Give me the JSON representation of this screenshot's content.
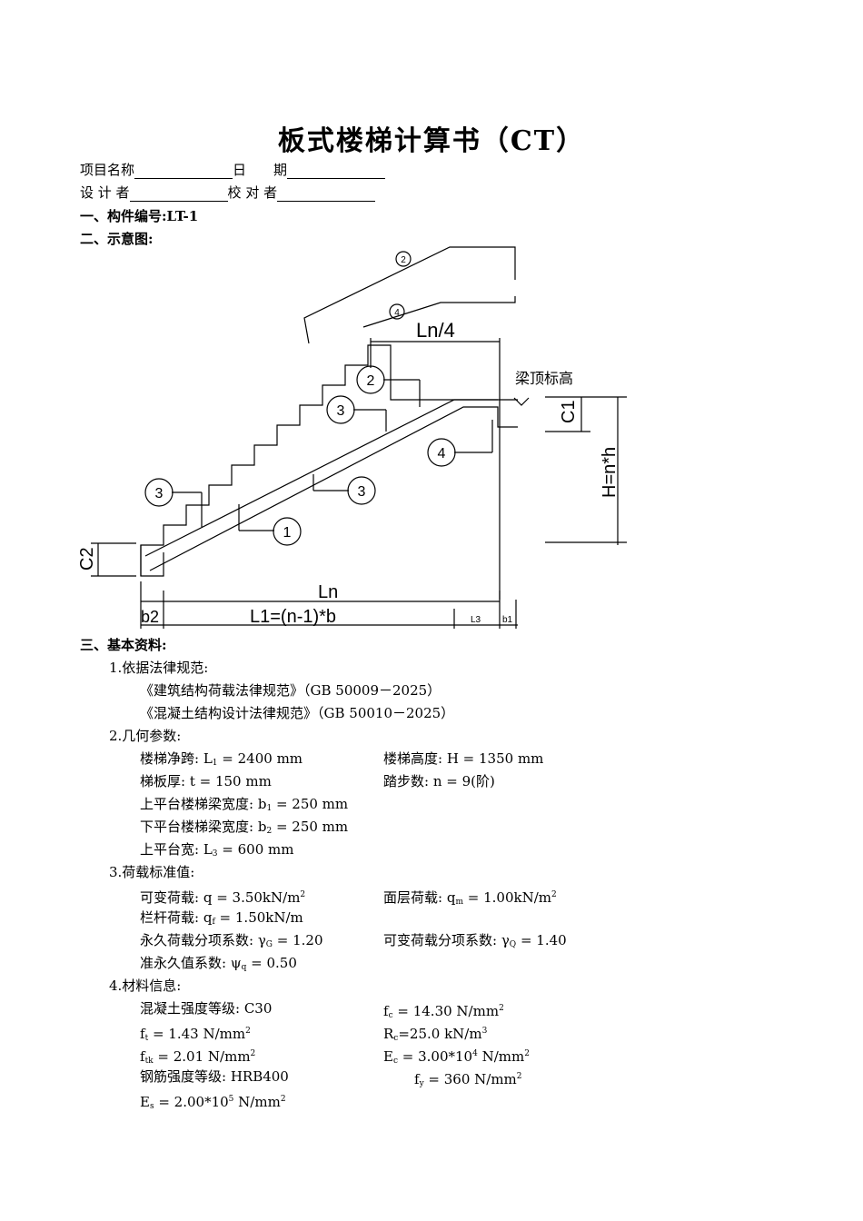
{
  "title": "板式楼梯计算书（CT）",
  "header": {
    "project_label": "项目名称",
    "date_label": "日　　期",
    "designer_label": "设 计 者",
    "checker_label": "校 对 者"
  },
  "sections": {
    "s1": "一、构件编号:LT-1",
    "s2": "二、示意图:",
    "s3": "三、基本资料:"
  },
  "diagram": {
    "labels": {
      "ln_quarter": "Ln/4",
      "beam_top": "梁顶标高",
      "c1": "C1",
      "c2": "C2",
      "h": "H=n*h",
      "ln": "Ln",
      "l1": "L1=(n-1)*b",
      "b2": "b2",
      "l3": "L3",
      "b1": "b1"
    },
    "callouts": [
      "1",
      "2",
      "3",
      "4"
    ]
  },
  "basic": {
    "codes_title": "1.依据法律规范:",
    "code1": "《建筑结构荷载法律规范》（GB 50009－2025）",
    "code2": "《混凝土结构设计法律规范》（GB 50010－2025）",
    "geo_title": "2.几何参数:",
    "geo": {
      "span_label": "楼梯净跨: L",
      "span_sub": "1",
      "span_value": " = 2400 mm",
      "height": "楼梯高度: H = 1350 mm",
      "thick": "梯板厚: t = 150 mm",
      "steps": "踏步数: n = 9(阶)",
      "b1_label": "上平台楼梯梁宽度: b",
      "b1_sub": "1",
      "b1_value": " = 250 mm",
      "b2_label": "下平台楼梯梁宽度: b",
      "b2_sub": "2",
      "b2_value": " = 250 mm",
      "l3_label": "上平台宽: L",
      "l3_sub": "3",
      "l3_value": " = 600 mm"
    },
    "load_title": "3.荷载标准值:",
    "load": {
      "q_text": "可变荷载: q = 3.50kN/m",
      "q_sup": "2",
      "qm_label": "面层荷载: q",
      "qm_sub": "m",
      "qm_value": " = 1.00kN/m",
      "qm_sup": "2",
      "qf_label": "栏杆荷载: q",
      "qf_sub": "f",
      "qf_value": " = 1.50kN/m",
      "gg_label": "永久荷载分项系数: γ",
      "gg_sub": "G",
      "gg_value": " = 1.20",
      "gq_label": "可变荷载分项系数: γ",
      "gq_sub": "Q",
      "gq_value": " = 1.40",
      "psi_label": "准永久值系数: ψ",
      "psi_sub": "q",
      "psi_value": " = 0.50"
    },
    "mat_title": "4.材料信息:",
    "mat": {
      "concrete": "混凝土强度等级: C30",
      "fc_label": "f",
      "fc_sub": "c",
      "fc_value": " = 14.30 N/mm",
      "ft_label": "f",
      "ft_sub": "t",
      "ft_value": " = 1.43 N/mm",
      "rc_label": "R",
      "rc_sub": "c",
      "rc_value": "=25.0 kN/m",
      "rc_sup": "3",
      "ftk_label": "f",
      "ftk_sub": "tk",
      "ftk_value": " = 2.01 N/mm",
      "ec_label": "E",
      "ec_sub": "c",
      "ec_value": " = 3.00*10",
      "ec_exp": "4",
      "ec_unit": " N/mm",
      "steel": "钢筋强度等级: HRB400",
      "fy_label": "f",
      "fy_sub": "y",
      "fy_value": " = 360 N/mm",
      "es_label": "E",
      "es_sub": "s",
      "es_value": " = 2.00*10",
      "es_exp": "5",
      "es_unit": " N/mm",
      "sq": "2"
    }
  }
}
